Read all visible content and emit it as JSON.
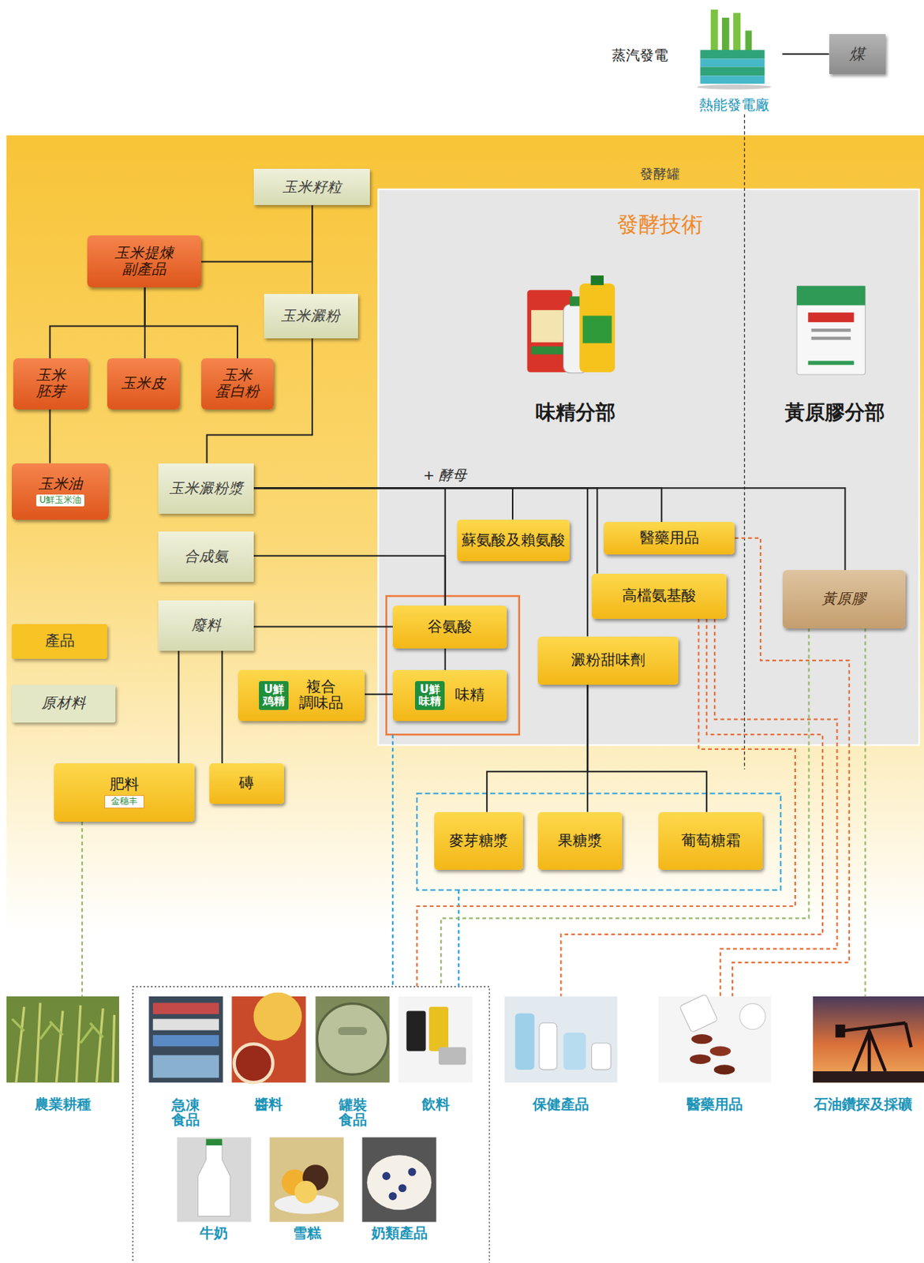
{
  "diagram": {
    "nodes": [
      {
        "text": [
          "熱能發電廠"
        ]
      },
      {
        "text": [
          "煤"
        ]
      },
      {
        "text": [
          "發酵罐",
          "發酵技術"
        ]
      },
      {
        "text": [
          "味精分部"
        ],
        "in": 2
      },
      {
        "text": [
          "黃原膠分部"
        ],
        "in": 2
      },
      {
        "text": [
          "玉米籽粒"
        ]
      },
      {
        "text": [
          "玉米提煉 副產品"
        ]
      },
      {
        "text": [
          "玉米澱粉"
        ]
      },
      {
        "text": [
          "玉米 胚芽"
        ]
      },
      {
        "text": [
          "玉米皮"
        ]
      },
      {
        "text": [
          "玉米 蛋白粉"
        ]
      },
      {
        "text": [
          "玉米油",
          "U鮮玉米油"
        ]
      },
      {
        "text": [
          "玉米澱粉漿"
        ]
      },
      {
        "text": [
          "合成氨"
        ]
      },
      {
        "text": [
          "廢料"
        ]
      },
      {
        "text": [
          "蘇氨酸及賴氨酸"
        ],
        "in": 2
      },
      {
        "text": [
          "醫藥用品"
        ],
        "in": 2
      },
      {
        "text": [
          "高檔氨基酸"
        ],
        "in": 2
      },
      {
        "text": [
          "黃原膠"
        ],
        "in": 2
      },
      {
        "text": [],
        "in": 2
      },
      {
        "text": [
          "谷氨酸"
        ],
        "in": 19
      },
      {
        "text": [
          "U鮮 味精",
          "味精"
        ],
        "in": 19
      },
      {
        "text": [
          "澱粉甜味劑"
        ],
        "in": 2
      },
      {
        "text": [
          "U鮮 鸡精",
          "複合 調味品"
        ]
      },
      {
        "text": [
          "肥料",
          "金穗丰"
        ]
      },
      {
        "text": [
          "磚"
        ]
      },
      {
        "text": []
      },
      {
        "text": [
          "麥芽糖漿"
        ],
        "in": 26
      },
      {
        "text": [
          "果糖漿"
        ],
        "in": 26
      },
      {
        "text": [
          "葡萄糖霜"
        ],
        "in": 26
      },
      {
        "text": [
          "農業耕種"
        ]
      },
      {
        "text": []
      },
      {
        "text": [
          "急凍 食品"
        ],
        "in": 31
      },
      {
        "text": [
          "醬料"
        ],
        "in": 31
      },
      {
        "text": [
          "罐裝 食品"
        ],
        "in": 31
      },
      {
        "text": [
          "飲料"
        ],
        "in": 31
      },
      {
        "text": [
          "牛奶"
        ],
        "in": 31
      },
      {
        "text": [
          "雪糕"
        ],
        "in": 31
      },
      {
        "text": [
          "奶類產品"
        ],
        "in": 31
      },
      {
        "text": [
          "保健產品"
        ]
      },
      {
        "text": [
          "醫藥用品"
        ]
      },
      {
        "text": [
          "石油鑽探及採礦"
        ]
      }
    ],
    "edges": [
      {
        "from": 0,
        "to": 1,
        "arrow": "none"
      },
      {
        "from": 5,
        "to": 6,
        "arrow": "none"
      },
      {
        "from": 5,
        "to": 7,
        "arrow": "none"
      },
      {
        "from": 6,
        "to": 8,
        "arrow": "none"
      },
      {
        "from": 6,
        "to": 9,
        "arrow": "none"
      },
      {
        "from": 6,
        "to": 10,
        "arrow": "none"
      },
      {
        "from": 8,
        "to": 11,
        "arrow": "none"
      },
      {
        "from": 7,
        "to": 12,
        "arrow": "none"
      },
      {
        "from": 12,
        "to": 15,
        "arrow": "none"
      },
      {
        "from": 12,
        "to": 20,
        "arrow": "none"
      },
      {
        "from": 12,
        "to": 22,
        "arrow": "none"
      },
      {
        "from": 12,
        "to": 17,
        "arrow": "none"
      },
      {
        "from": 12,
        "to": 16,
        "arrow": "none"
      },
      {
        "from": 12,
        "to": 18,
        "arrow": "none"
      },
      {
        "from": 13,
        "to": 20,
        "arrow": "none"
      },
      {
        "from": 20,
        "to": 14,
        "arrow": "none"
      },
      {
        "from": 20,
        "to": 21,
        "arrow": "none"
      },
      {
        "from": 21,
        "to": 23,
        "arrow": "none"
      },
      {
        "from": 14,
        "to": 24,
        "arrow": "none"
      },
      {
        "from": 14,
        "to": 25,
        "arrow": "none"
      },
      {
        "from": 22,
        "to": 27,
        "arrow": "none"
      },
      {
        "from": 22,
        "to": 28,
        "arrow": "none"
      },
      {
        "from": 22,
        "to": 29,
        "arrow": "none"
      },
      {
        "from": 24,
        "to": 30,
        "arrow": "none"
      },
      {
        "from": 19,
        "to": 31,
        "arrow": "none"
      },
      {
        "from": 26,
        "to": 31,
        "arrow": "none"
      },
      {
        "from": 17,
        "to": 31,
        "arrow": "none"
      },
      {
        "from": 17,
        "to": 39,
        "arrow": "none"
      },
      {
        "from": 17,
        "to": 40,
        "arrow": "none"
      },
      {
        "from": 16,
        "to": 40,
        "arrow": "none"
      },
      {
        "from": 18,
        "to": 31,
        "arrow": "none"
      },
      {
        "from": 18,
        "to": 41,
        "arrow": "none"
      }
    ],
    "labels": [
      "蒸汽發電",
      "+ 酵母"
    ],
    "legend": [
      {
        "text": "產品",
        "color": "#f7c325"
      },
      {
        "text": "原材料",
        "color": "#e3e7c6"
      }
    ]
  }
}
